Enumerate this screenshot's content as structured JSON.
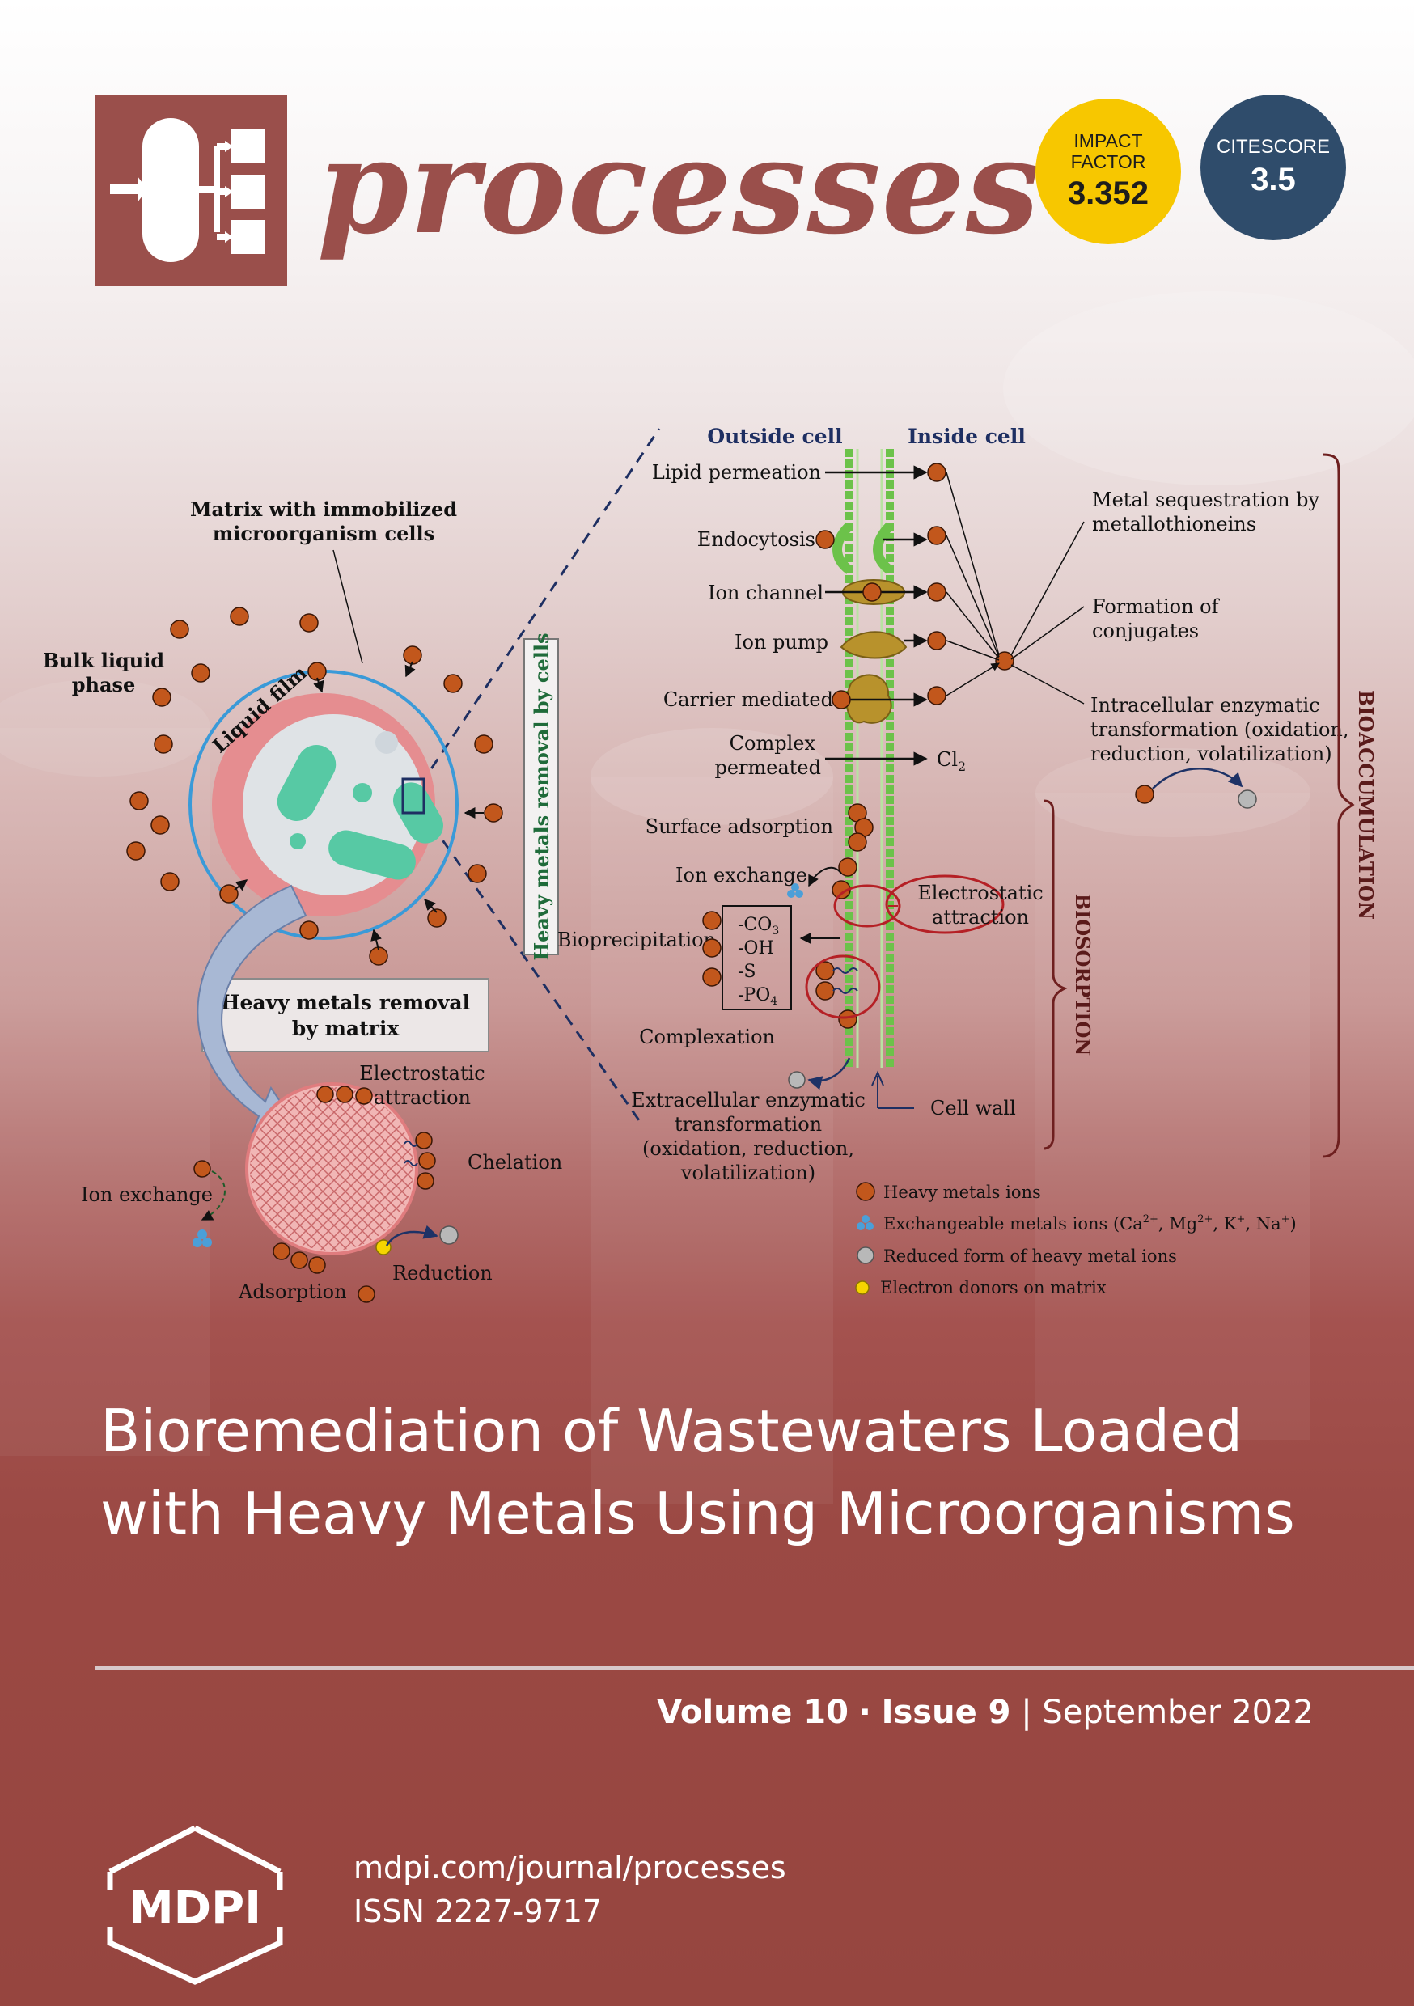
{
  "journal": {
    "name": "processes",
    "brand_color": "#9a4f4b"
  },
  "badges": {
    "impact_factor": {
      "label_line1": "IMPACT",
      "label_line2": "FACTOR",
      "value": "3.352",
      "color": "#f7c700"
    },
    "citescore": {
      "label": "CITESCORE",
      "value": "3.5",
      "color": "#2f4c6b"
    }
  },
  "figure": {
    "left_panel": {
      "matrix_label_line1": "Matrix with immobilized",
      "matrix_label_line2": "microorganism cells",
      "bulk_label_line1": "Bulk liquid",
      "bulk_label_line2": "phase",
      "liquid_film": "Liquid film",
      "removal_by_cells": "Heavy metals removal by cells",
      "removal_by_matrix_line1": "Heavy metals removal",
      "removal_by_matrix_line2": "by matrix",
      "electrostatic_line1": "Electrostatic",
      "electrostatic_line2": "attraction",
      "chelation": "Chelation",
      "ion_exchange": "Ion exchange",
      "reduction": "Reduction",
      "adsorption": "Adsorption"
    },
    "membrane": {
      "outside_cell": "Outside cell",
      "inside_cell": "Inside cell",
      "lipid_permeation": "Lipid permeation",
      "endocytosis": "Endocytosis",
      "ion_channel": "Ion channel",
      "ion_pump": "Ion pump",
      "carrier_mediated": "Carrier mediated",
      "complex_line1": "Complex",
      "complex_line2": "permeated",
      "cl2": "Cl",
      "cl2_sub": "2",
      "surface_adsorption": "Surface adsorption",
      "ion_exchange": "Ion exchange",
      "bioprecipitation": "Bioprecipitation",
      "groups": [
        "-CO",
        "-OH",
        "-S",
        "-PO"
      ],
      "group_subs": [
        "3",
        "",
        "",
        "4"
      ],
      "complexation": "Complexation",
      "electrostatic_line1": "Electrostatic",
      "electrostatic_line2": "attraction",
      "extracellular_line1": "Extracellular enzymatic",
      "extracellular_line2": "transformation",
      "extracellular_line3": "(oxidation, reduction,",
      "extracellular_line4": "volatilization)",
      "cell_wall": "Cell wall"
    },
    "right_panel": {
      "sequestration_line1": "Metal sequestration by",
      "sequestration_line2": "metallothioneins",
      "conjugates_line1": "Formation of",
      "conjugates_line2": "conjugates",
      "intracellular_line1": "Intracellular enzymatic",
      "intracellular_line2": "transformation (oxidation,",
      "intracellular_line3": "reduction, volatilization)",
      "bioaccumulation": "BIOACCUMULATION",
      "biosorption": "BIOSORPTION"
    },
    "legend": {
      "heavy_metal_ions": "Heavy metals ions",
      "exchangeable_prefix": "Exchangeable metals ions (Ca",
      "exchangeable_sup1": "2+",
      "exchangeable_mid1": ", Mg",
      "exchangeable_sup2": "2+",
      "exchangeable_mid2": ", K",
      "exchangeable_sup3": "+",
      "exchangeable_mid3": ", Na",
      "exchangeable_sup4": "+",
      "exchangeable_suffix": ")",
      "reduced_form": "Reduced form of heavy metal ions",
      "electron_donors": "Electron donors on matrix"
    }
  },
  "article": {
    "title": "Bioremediation of Wastewaters Loaded with Heavy Metals Using Microorganisms"
  },
  "issue": {
    "volume": "Volume 10",
    "separator": "·",
    "issue": "Issue 9",
    "bar": "|",
    "date": "September 2022"
  },
  "publisher": {
    "logo_text": "MDPI",
    "url": "mdpi.com/journal/processes",
    "issn": "ISSN 2227-9717"
  }
}
